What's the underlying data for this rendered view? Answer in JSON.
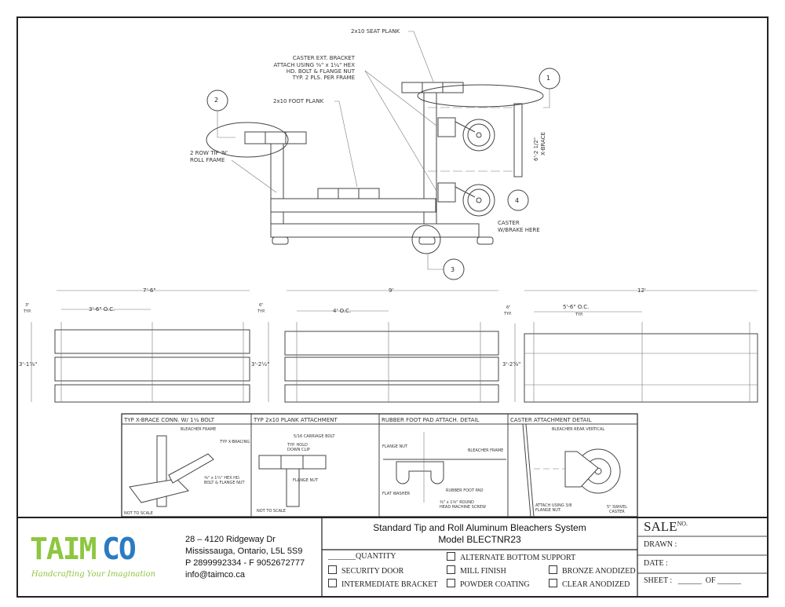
{
  "drawing": {
    "side_view": {
      "seat_plank": "2x10 SEAT PLANK",
      "caster_bracket": [
        "CASTER EXT. BRACKET",
        "ATTACH USING ⅜\" x 1¼\" HEX",
        "HD. BOLT & FLANGE NUT",
        "TYP. 2 PLS. PER FRAME"
      ],
      "foot_plank": "2x10 FOOT PLANK",
      "frame": [
        "2 ROW TIP 'N'",
        "ROLL FRAME"
      ],
      "caster": [
        "CASTER",
        "W/BRAKE HERE"
      ],
      "xbrace": [
        "6'-2 1/2\"",
        "X-BRACE"
      ],
      "callouts": [
        "1",
        "2",
        "3",
        "4"
      ]
    },
    "elevations": [
      {
        "overall": "7'-6\"",
        "typ": [
          "3\"",
          "TYP."
        ],
        "oc": "3'-6\" O.C.",
        "height": "3'-1⅞\""
      },
      {
        "overall": "9'",
        "typ": [
          "6\"",
          "TYP."
        ],
        "oc": "4' O.C.",
        "height": "3'-2½\""
      },
      {
        "overall": "12'",
        "typ": [
          "6\"",
          "TYP."
        ],
        "oc": [
          "5'-6\" O.C.",
          "TYP."
        ],
        "height": "3'-2⅝\""
      }
    ],
    "details": [
      {
        "title": "TYP X-BRACE CONN. W/ 1¼ BOLT",
        "labels": [
          "BLEACHER FRAME",
          "TYP X-BRACING",
          "⅜\" x 1¼\" HEX HD.",
          "BOLT & FLANGE NUT",
          "NOT TO SCALE"
        ]
      },
      {
        "title": "TYP 2x10 PLANK ATTACHMENT",
        "labels": [
          "5/16 CARRIAGE BOLT",
          "TYP. HOLD",
          "DOWN CLIP",
          "FLANGE NUT",
          "NOT TO SCALE"
        ]
      },
      {
        "title": "RUBBER FOOT PAD ATTACH. DETAIL",
        "labels": [
          "FLANGE NUT",
          "BLEACHER FRAME",
          "FLAT WASHER",
          "RUBBER FOOT PAD",
          "⅜\" x 1⅜\" ROUND",
          "HEAD MACHINE SCREW"
        ]
      },
      {
        "title": "CASTER ATTACHMENT DETAIL",
        "labels": [
          "BLEACHER REAR VERTICAL",
          "ATTACH USING 3/8",
          "FLANGE NUT.",
          "5\" SWIVEL",
          "CASTER"
        ]
      }
    ]
  },
  "title_block": {
    "logo": {
      "text": "TAIMCO",
      "tagline": "Handcrafting Your Imagination",
      "green": "#8dc63f",
      "blue": "#2b7bc0"
    },
    "address": [
      "28 – 4120 Ridgeway Dr",
      "Mississauga, Ontario, L5L 5S9",
      "P 2899992334 - F 9052672777",
      "info@taimco.ca"
    ],
    "title": "Standard Tip and Roll Aluminum Bleachers System",
    "model": "Model BLECTNR23",
    "quantity": "QUANTITY",
    "options": [
      "SECURITY DOOR",
      "INTERMEDIATE BRACKET",
      "ALTERNATE BOTTOM SUPPORT",
      "MILL FINISH",
      "POWDER COATING",
      "BRONZE ANODIZED",
      "CLEAR ANODIZED"
    ],
    "sale": "SALE",
    "no": "NO.",
    "drawn": "DRAWN :",
    "date": "DATE :",
    "sheet": "SHEET :",
    "of": "OF"
  }
}
